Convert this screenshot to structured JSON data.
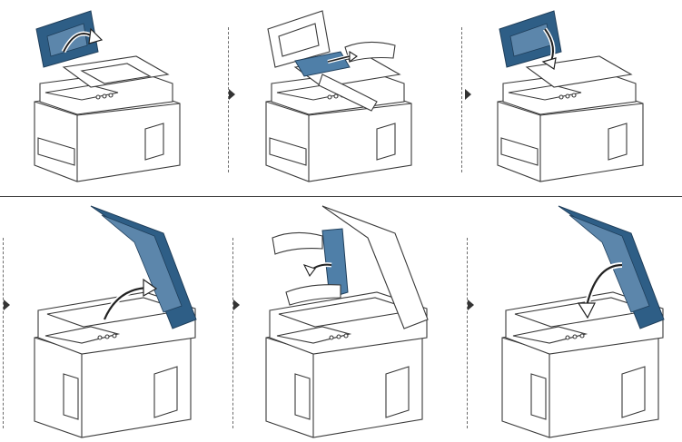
{
  "document": {
    "description_text": "",
    "rows": [
      {
        "steps": [
          {
            "icon": "printer-adf-cover-open-icon",
            "action": "open",
            "accent": "#2e5e86"
          },
          {
            "icon": "printer-paper-removal-icon",
            "action": "remove-paper",
            "accent": "#4f7fa8"
          },
          {
            "icon": "printer-adf-cover-close-icon",
            "action": "close",
            "accent": "#2e5e86"
          }
        ]
      },
      {
        "steps": [
          {
            "icon": "scanner-lid-open-icon",
            "action": "open",
            "accent": "#2e5e86"
          },
          {
            "icon": "scanner-paper-removal-icon",
            "action": "remove-paper",
            "accent": "#4f7fa8"
          },
          {
            "icon": "scanner-lid-close-icon",
            "action": "close",
            "accent": "#2e5e86"
          }
        ]
      }
    ]
  },
  "colors": {
    "outline": "#3a3a3a",
    "body": "#ffffff",
    "accent": "#2e5e86",
    "accent_light": "#7ea6c8",
    "arrow": "#ffffff"
  }
}
